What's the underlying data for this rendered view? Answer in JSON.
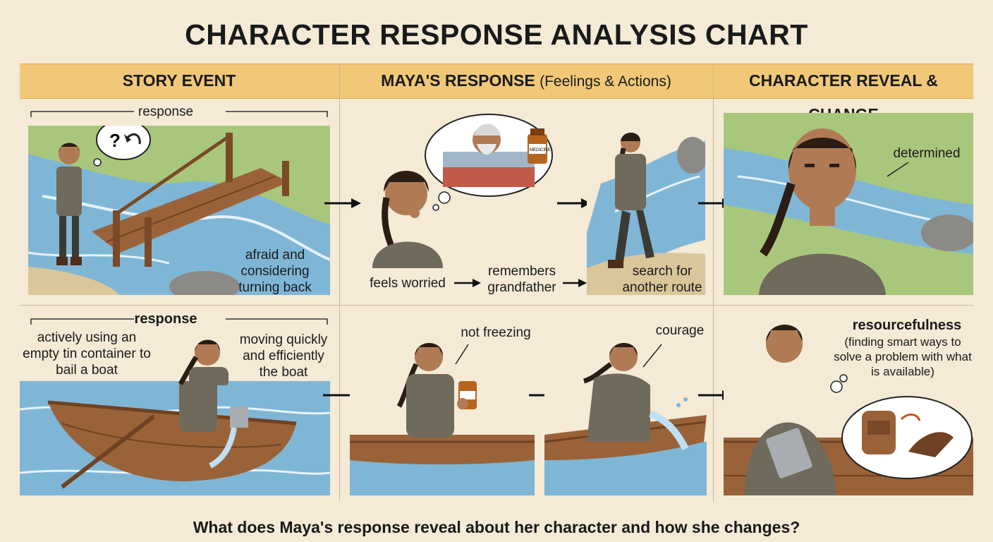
{
  "title": "CHARACTER RESPONSE ANALYSIS CHART",
  "headers": {
    "event": "STORY EVENT",
    "response_main": "MAYA'S RESPONSE",
    "response_sub": "(Feelings & Actions)",
    "reveal": "CHARACTER REVEAL & CHANGE"
  },
  "row1": {
    "event_label": "response",
    "event_caption": "afraid and considering turning back",
    "thought_bubble": "?",
    "steps": [
      "feels worried",
      "remembers grandfather",
      "search for another route"
    ],
    "bottle_label": "MEDICINE",
    "reveal_label": "determined"
  },
  "row2": {
    "event_label": "response",
    "event_caption_left": "actively using an empty tin container to bail a boat",
    "event_caption_right": "moving quickly and efficiently the boat",
    "step_labels": [
      "not freezing",
      "courage"
    ],
    "reveal_title": "resourcefulness",
    "reveal_desc": "(finding smart ways to solve a problem with what is available)"
  },
  "question": "What does Maya's response reveal about her character and how she changes?",
  "colors": {
    "header_band": "#f0c878",
    "background": "#f4ead6",
    "water": "#7fb6d6",
    "wood": "#9a6238",
    "tunic": "#6f6a5c",
    "skin": "#b07a55"
  }
}
